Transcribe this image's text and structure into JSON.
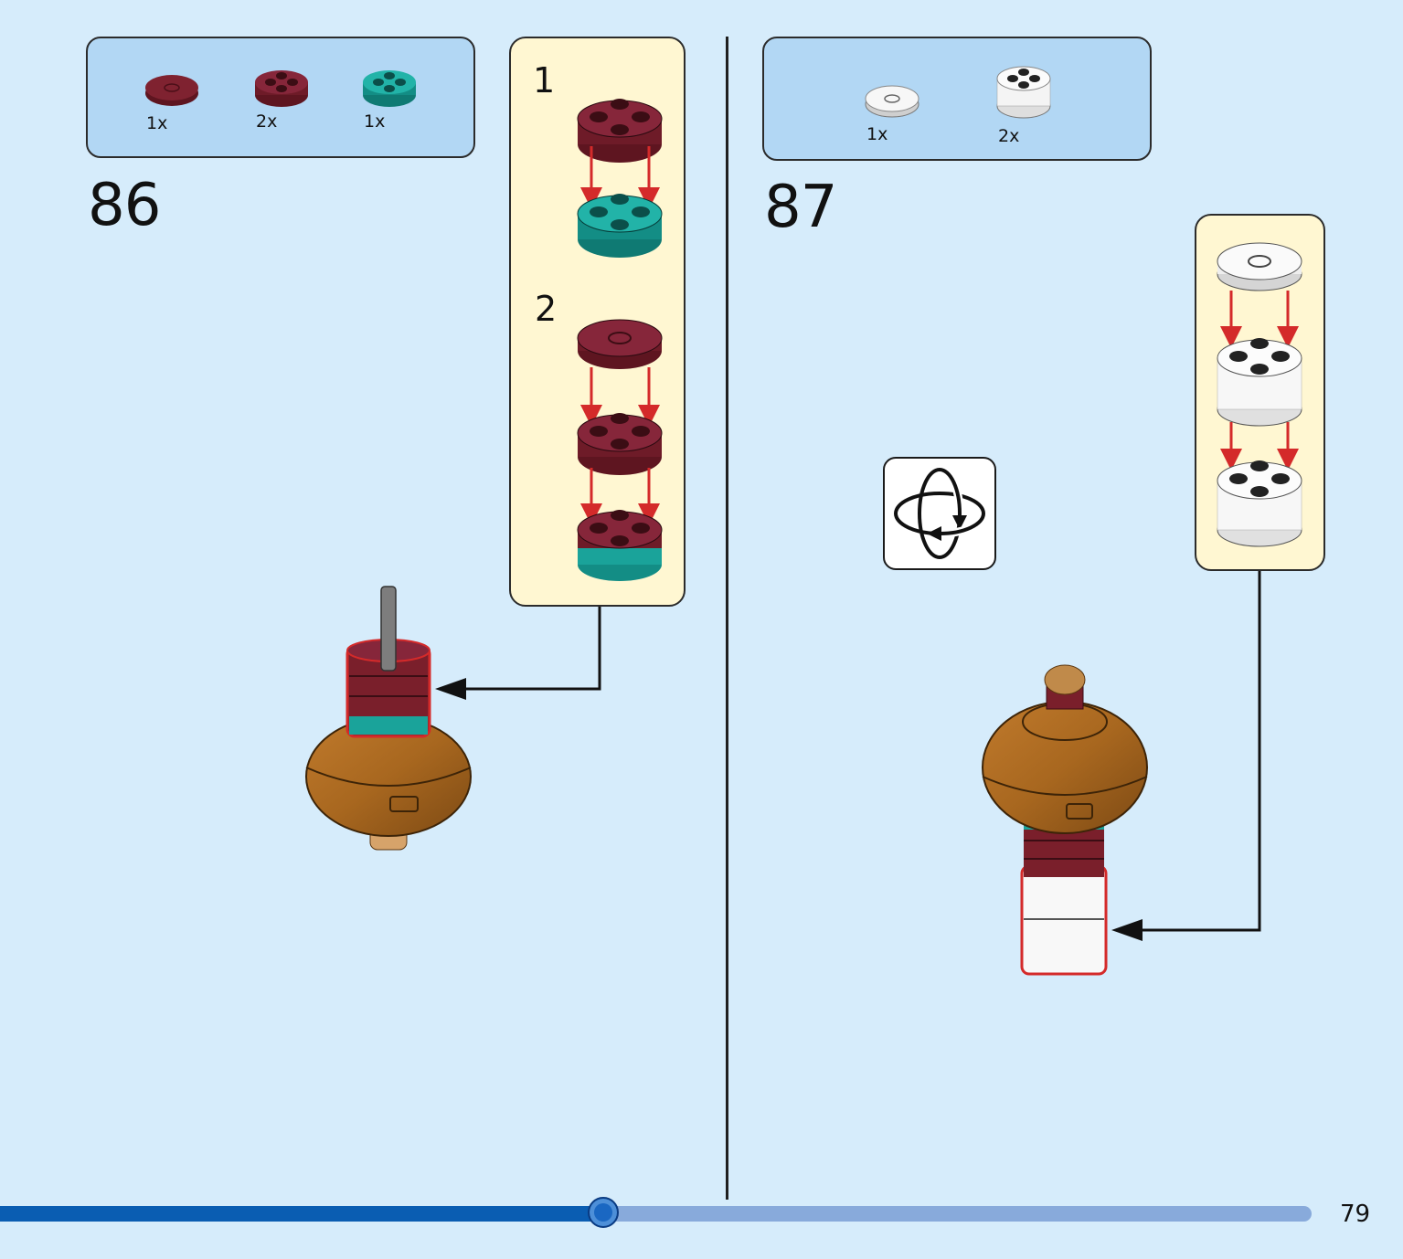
{
  "step86": {
    "number": "86",
    "parts": [
      {
        "qty": "1x",
        "color": "#7a1f2b",
        "type": "round-tile-hole"
      },
      {
        "qty": "2x",
        "color": "#7a1f2b",
        "type": "round-brick-2x2"
      },
      {
        "qty": "1x",
        "color": "#1aa39a",
        "type": "round-brick-2x2"
      }
    ],
    "substeps": [
      "1",
      "2"
    ]
  },
  "step87": {
    "number": "87",
    "parts": [
      {
        "qty": "1x",
        "color": "#f4f4f4",
        "type": "round-tile-hole"
      },
      {
        "qty": "2x",
        "color": "#f4f4f4",
        "type": "round-brick-2x2"
      }
    ],
    "rotate_icon": "rotate-model-icon"
  },
  "page": {
    "number": "79",
    "progress": 0.46
  },
  "colors": {
    "background": "#d6ecfb",
    "parts_box": "#b2d7f4",
    "subassembly_box": "#fff7d2",
    "dark_red": "#7a1f2b",
    "teal": "#1aa39a",
    "arrow_red": "#d42a2a",
    "wood": "#a8671f",
    "progress_fill": "#0a5db2",
    "progress_track": "#88aadb"
  }
}
